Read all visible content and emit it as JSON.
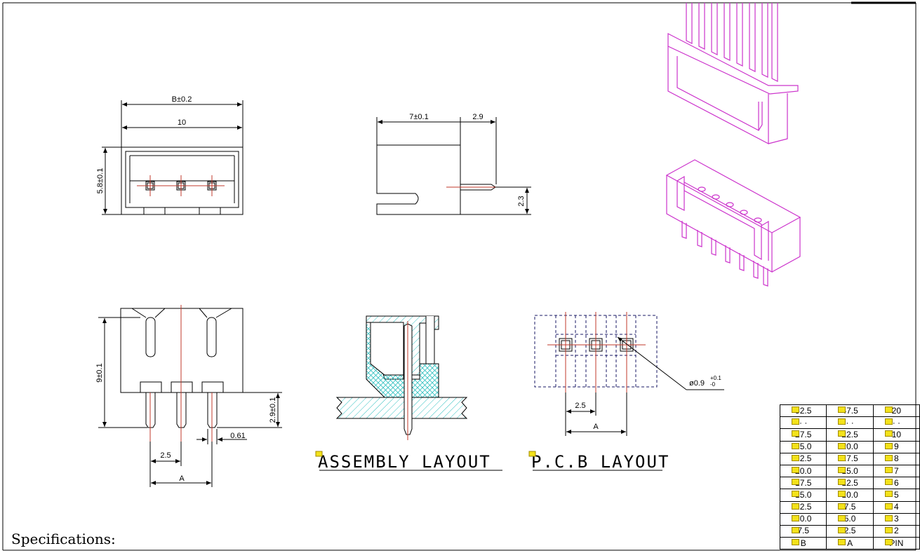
{
  "dimensions": {
    "front_width_total": "B±0.2",
    "front_width_inner": "10",
    "front_height": "5.8±0.1",
    "side_depth": "7±0.1",
    "side_pin_extension": "2.9",
    "side_pin_height": "2.3",
    "bottom_height": "9±0.1",
    "bottom_pin_length": "2.9±0.1",
    "pin_width": "0.61",
    "pitch": "2.5",
    "span": "A",
    "pcb_pitch": "2.5",
    "pcb_span": "A",
    "hole_diameter": "ø0.9",
    "hole_tol_plus": "+0.1",
    "hole_tol_minus": "-0"
  },
  "labels": {
    "assembly": "ASSEMBLY LAYOUT",
    "pcb": "P.C.B LAYOUT",
    "specifications": "Specifications:"
  },
  "pin_table": {
    "rows": [
      [
        "52.5",
        "47.5",
        "20"
      ],
      [
        "· ·",
        "· ·",
        "· ·"
      ],
      [
        "27.5",
        "22.5",
        "10"
      ],
      [
        "25.0",
        "20.0",
        "9"
      ],
      [
        "22.5",
        "17.5",
        "8"
      ],
      [
        "20.0",
        "15.0",
        "7"
      ],
      [
        "17.5",
        "12.5",
        "6"
      ],
      [
        "15.0",
        "10.0",
        "5"
      ],
      [
        "12.5",
        "7.5",
        "4"
      ],
      [
        "10.0",
        "5.0",
        "3"
      ],
      [
        "7.5",
        "2.5",
        "2"
      ]
    ],
    "header": [
      "B",
      "A",
      "PIN"
    ]
  },
  "colors": {
    "outline": "#000000",
    "centerline": "#c0392b",
    "render_3d": "#cc33cc",
    "hatch": "#30c0c0",
    "pcb_dash": "#1a1a66",
    "flag": "#f3e21a"
  }
}
